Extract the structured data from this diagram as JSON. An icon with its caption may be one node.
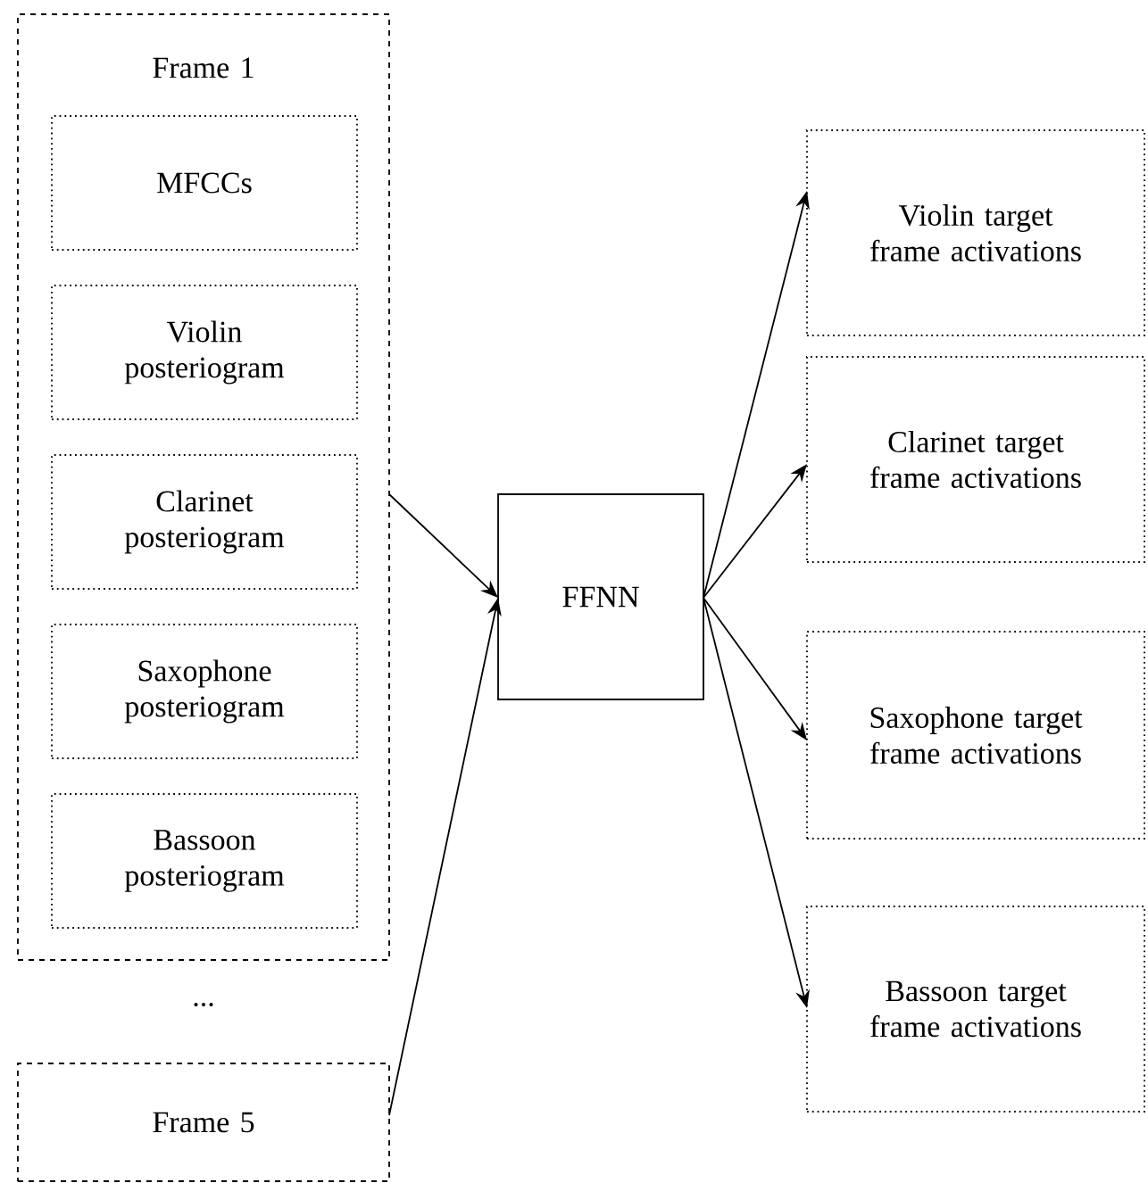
{
  "diagram": {
    "nodes": [
      {
        "text": [
          "Frame 1"
        ]
      },
      {
        "text": [
          "MFCCs"
        ],
        "in": 0
      },
      {
        "text": [
          "Violin posteriogram"
        ],
        "in": 0
      },
      {
        "text": [
          "Clarinet posteriogram"
        ],
        "in": 0
      },
      {
        "text": [
          "Saxophone posteriogram"
        ],
        "in": 0
      },
      {
        "text": [
          "Bassoon posteriogram"
        ],
        "in": 0
      },
      {
        "text": [
          "Frame 5"
        ]
      },
      {
        "text": [
          "FFNN"
        ]
      },
      {
        "text": [
          "Violin target frame activations"
        ]
      },
      {
        "text": [
          "Clarinet target frame activations"
        ]
      },
      {
        "text": [
          "Saxophone target frame activations"
        ]
      },
      {
        "text": [
          "Bassoon target frame activations"
        ]
      }
    ],
    "edges": [
      {
        "from": 0,
        "to": 7,
        "arrow": "to"
      },
      {
        "from": 6,
        "to": 7,
        "arrow": "to"
      },
      {
        "from": 7,
        "to": 8,
        "arrow": "to"
      },
      {
        "from": 7,
        "to": 9,
        "arrow": "to"
      },
      {
        "from": 7,
        "to": 10,
        "arrow": "to"
      },
      {
        "from": 7,
        "to": 11,
        "arrow": "to"
      }
    ],
    "labels": [
      "..."
    ]
  }
}
